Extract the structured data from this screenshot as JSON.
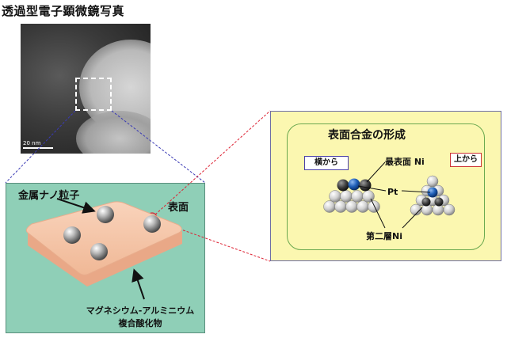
{
  "tem": {
    "title": "透過型電子顕微鏡写真",
    "scale_label": "20 nm"
  },
  "support_panel": {
    "metal_nanoparticle_label": "金属ナノ粒子",
    "surface_label": "表面",
    "support_label_line1": "マグネシウム-アルミニウム",
    "support_label_line2": "複合酸化物"
  },
  "alloy_panel": {
    "title": "表面合金の形成",
    "side_view_label": "横から",
    "top_view_label": "上から",
    "top_surface_ni_label": "最表面 Ni",
    "pt_label": "Pt",
    "second_layer_ni_label": "第二層Ni"
  },
  "colors": {
    "support_panel_bg": "#8fcfb7",
    "support_slab": "#f6c7ab",
    "alloy_panel_bg": "#fbf7b0",
    "pt_atom": "#1f5fb8",
    "ni_atom": "#c8c8c8",
    "top_ni_atom": "#3c3c3c",
    "side_box_border": "#4a3fa6",
    "top_box_border": "#cc3333"
  },
  "icons": [
    "nanoparticle-sphere-icon",
    "atom-cluster-icon",
    "arrow-icon"
  ]
}
